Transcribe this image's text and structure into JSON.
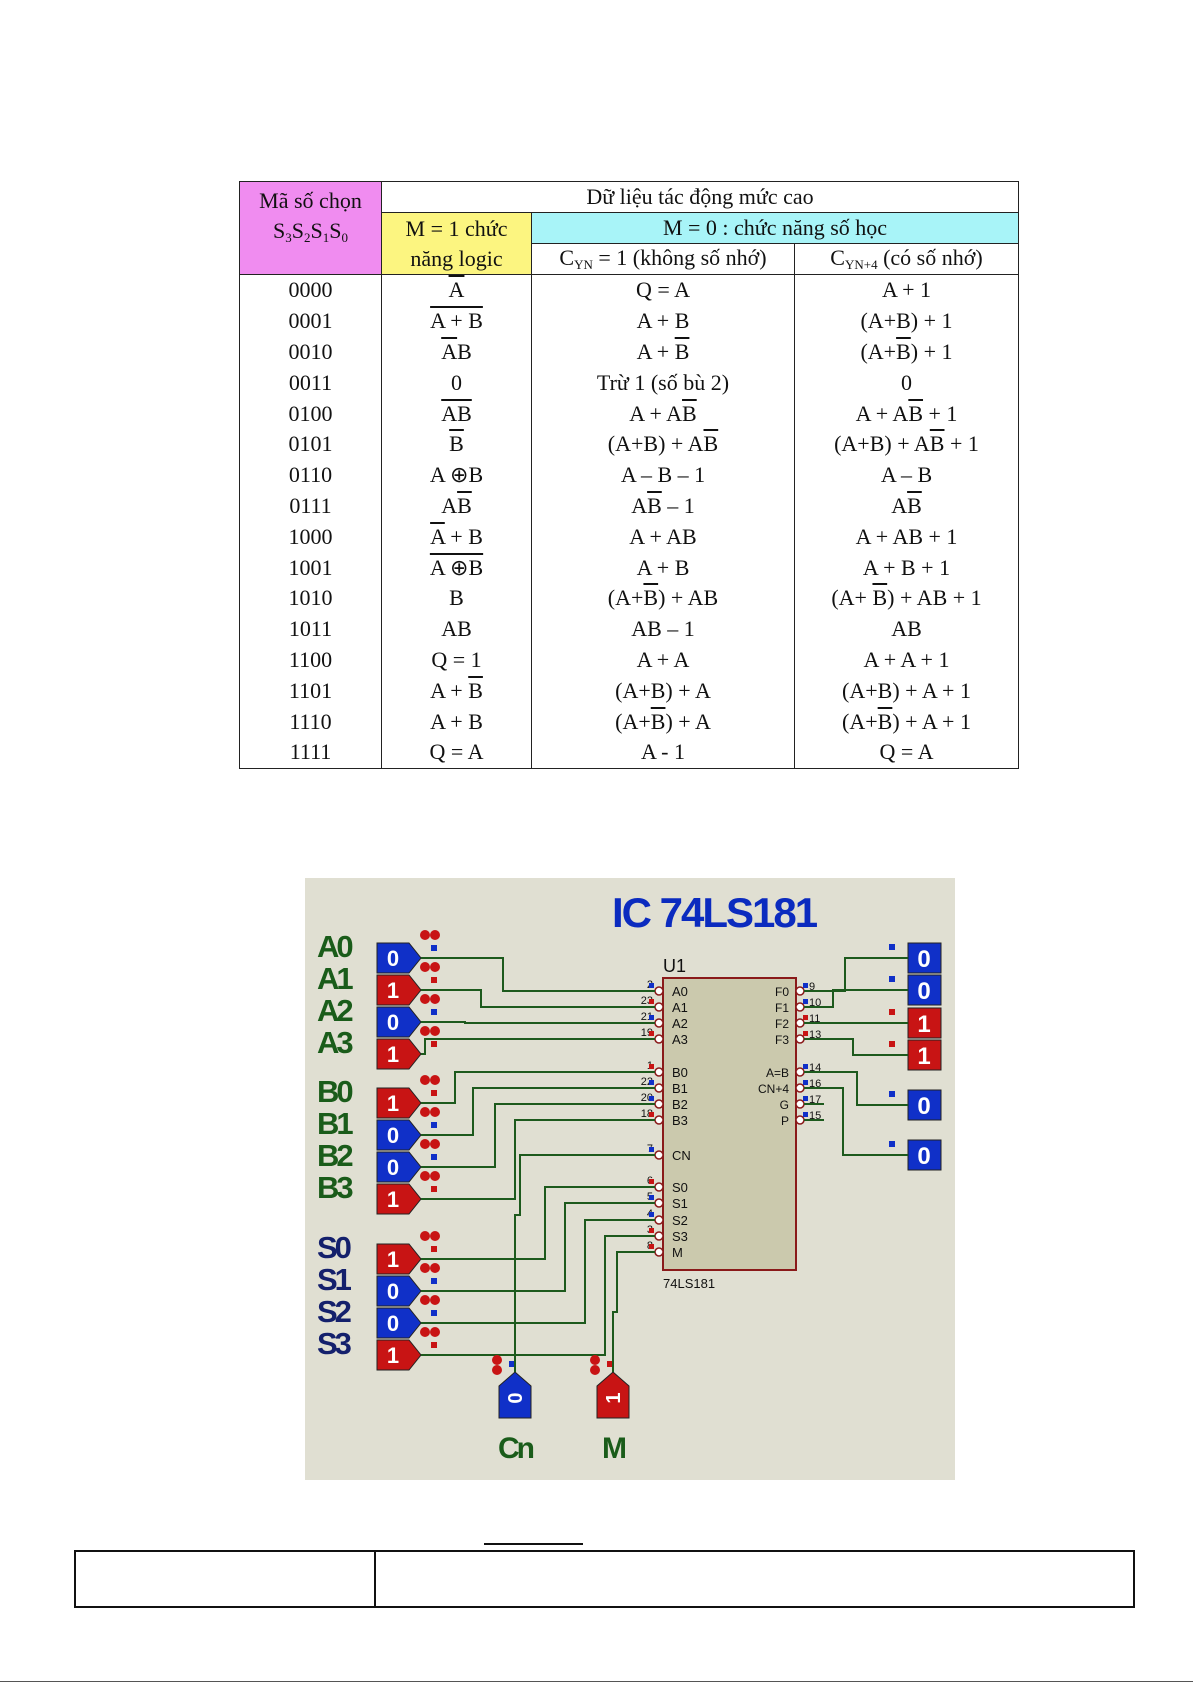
{
  "table": {
    "header": {
      "select_code": "Mã số chọn",
      "select_bits": [
        "S",
        "3",
        "S",
        "2",
        "S",
        "1",
        "S",
        "0"
      ],
      "active_high": "Dữ liệu tác động mức cao",
      "m1_label_line1": "M = 1 chức",
      "m1_label_line2": "năng logic",
      "m0_label": "M = 0 : chức năng số  học",
      "cyn1_prefix": "C",
      "cyn1_sub": "YN",
      "cyn1_rest": " = 1 (không số nhớ)",
      "cyn4_prefix": "C",
      "cyn4_sub": "YN+4",
      "cyn4_rest": " (có số nhớ)"
    },
    "rows": [
      {
        "code": "0000",
        "logic": "<span class=\"ov\">A</span>",
        "noc": "Q = A",
        "c": "A + 1"
      },
      {
        "code": "0001",
        "logic": "<span class=\"ov\">A + B</span>",
        "noc": "A + B",
        "c": "(A+B) + 1"
      },
      {
        "code": "0010",
        "logic": "<span class=\"ov\">A</span>B",
        "noc": "A + <span class=\"ov\">B</span>",
        "c": "(A+<span class=\"ov\">B</span>) + 1"
      },
      {
        "code": "0011",
        "logic": "0",
        "noc": "Trừ 1 (số bù 2)",
        "c": "0"
      },
      {
        "code": "0100",
        "logic": "<span class=\"ov\">AB</span>",
        "noc": "A + A<span class=\"ov\">B</span>",
        "c": "A + A<span class=\"ov\">B</span> + 1"
      },
      {
        "code": "0101",
        "logic": "<span class=\"ov\">B</span>",
        "noc": "(A+B) + A<span class=\"ov\">B</span>",
        "c": "(A+B) + A<span class=\"ov\">B</span> + 1"
      },
      {
        "code": "0110",
        "logic": "A ⊕B",
        "noc": "A – B – 1",
        "c": "A – B"
      },
      {
        "code": "0111",
        "logic": "A<span class=\"ov\">B</span>",
        "noc": "A<span class=\"ov\">B</span> – 1",
        "c": "A<span class=\"ov\">B</span>"
      },
      {
        "code": "1000",
        "logic": "<span class=\"ov\">A</span> + B",
        "noc": "A + AB",
        "c": "A + AB + 1"
      },
      {
        "code": "1001",
        "logic": "<span class=\"ov\">A ⊕B</span>",
        "noc": "A + B",
        "c": "A + B + 1"
      },
      {
        "code": "1010",
        "logic": "B",
        "noc": "(A+<span class=\"ov\">B</span>) + AB",
        "c": "(A+ <span class=\"ov\">B</span>) + AB + 1"
      },
      {
        "code": "1011",
        "logic": "AB",
        "noc": "AB – 1",
        "c": "AB"
      },
      {
        "code": "1100",
        "logic": "Q = 1",
        "noc": "A + A",
        "c": "A + A + 1"
      },
      {
        "code": "1101",
        "logic": "A + <span class=\"ov\">B</span>",
        "noc": "(A+B) + A",
        "c": "(A+B) + A + 1"
      },
      {
        "code": "1110",
        "logic": "A + B",
        "noc": "(A+<span class=\"ov\">B</span>) + A",
        "c": "(A+<span class=\"ov\">B</span>) + A + 1"
      },
      {
        "code": "1111",
        "logic": "Q = A",
        "noc": "A - 1",
        "c": "Q = A"
      }
    ]
  },
  "schematic": {
    "title": "IC 74LS181",
    "ref": "U1",
    "part": "74LS181",
    "colors": {
      "bg": "#e0dfd2",
      "chip": "#cbc9ad",
      "wire": "#1d5a1d",
      "high": "#c81414",
      "low": "#1030c8",
      "title": "#0b2bbf",
      "label_green": "#1a5c1a",
      "label_navy": "#14206c"
    },
    "inputs": [
      {
        "name": "A0",
        "value": "0",
        "pin": "2",
        "pin_label": "A0"
      },
      {
        "name": "A1",
        "value": "1",
        "pin": "23",
        "pin_label": "A1"
      },
      {
        "name": "A2",
        "value": "0",
        "pin": "21",
        "pin_label": "A2"
      },
      {
        "name": "A3",
        "value": "1",
        "pin": "19",
        "pin_label": "A3"
      },
      {
        "name": "B0",
        "value": "1",
        "pin": "1",
        "pin_label": "B0"
      },
      {
        "name": "B1",
        "value": "0",
        "pin": "22",
        "pin_label": "B1"
      },
      {
        "name": "B2",
        "value": "0",
        "pin": "20",
        "pin_label": "B2"
      },
      {
        "name": "B3",
        "value": "1",
        "pin": "18",
        "pin_label": "B3"
      },
      {
        "name": "S0",
        "value": "1",
        "pin": "6",
        "pin_label": "S0"
      },
      {
        "name": "S1",
        "value": "0",
        "pin": "5",
        "pin_label": "S1"
      },
      {
        "name": "S2",
        "value": "0",
        "pin": "4",
        "pin_label": "S2"
      },
      {
        "name": "S3",
        "value": "1",
        "pin": "3",
        "pin_label": "S3"
      }
    ],
    "cn": {
      "name": "Cn",
      "value": "0",
      "pin": "7",
      "pin_label": "CN"
    },
    "m": {
      "name": "M",
      "value": "1",
      "pin": "8",
      "pin_label": "M"
    },
    "outputs": [
      {
        "pin": "9",
        "pin_label": "F0",
        "value": "0"
      },
      {
        "pin": "10",
        "pin_label": "F1",
        "value": "0"
      },
      {
        "pin": "11",
        "pin_label": "F2",
        "value": "1"
      },
      {
        "pin": "13",
        "pin_label": "F3",
        "value": "1"
      },
      {
        "pin": "14",
        "pin_label": "A=B",
        "value": "0"
      },
      {
        "pin": "16",
        "pin_label": "CN+4",
        "value": "0"
      },
      {
        "pin": "17",
        "pin_label": "G",
        "value": ""
      },
      {
        "pin": "15",
        "pin_label": "P",
        "value": ""
      }
    ]
  }
}
